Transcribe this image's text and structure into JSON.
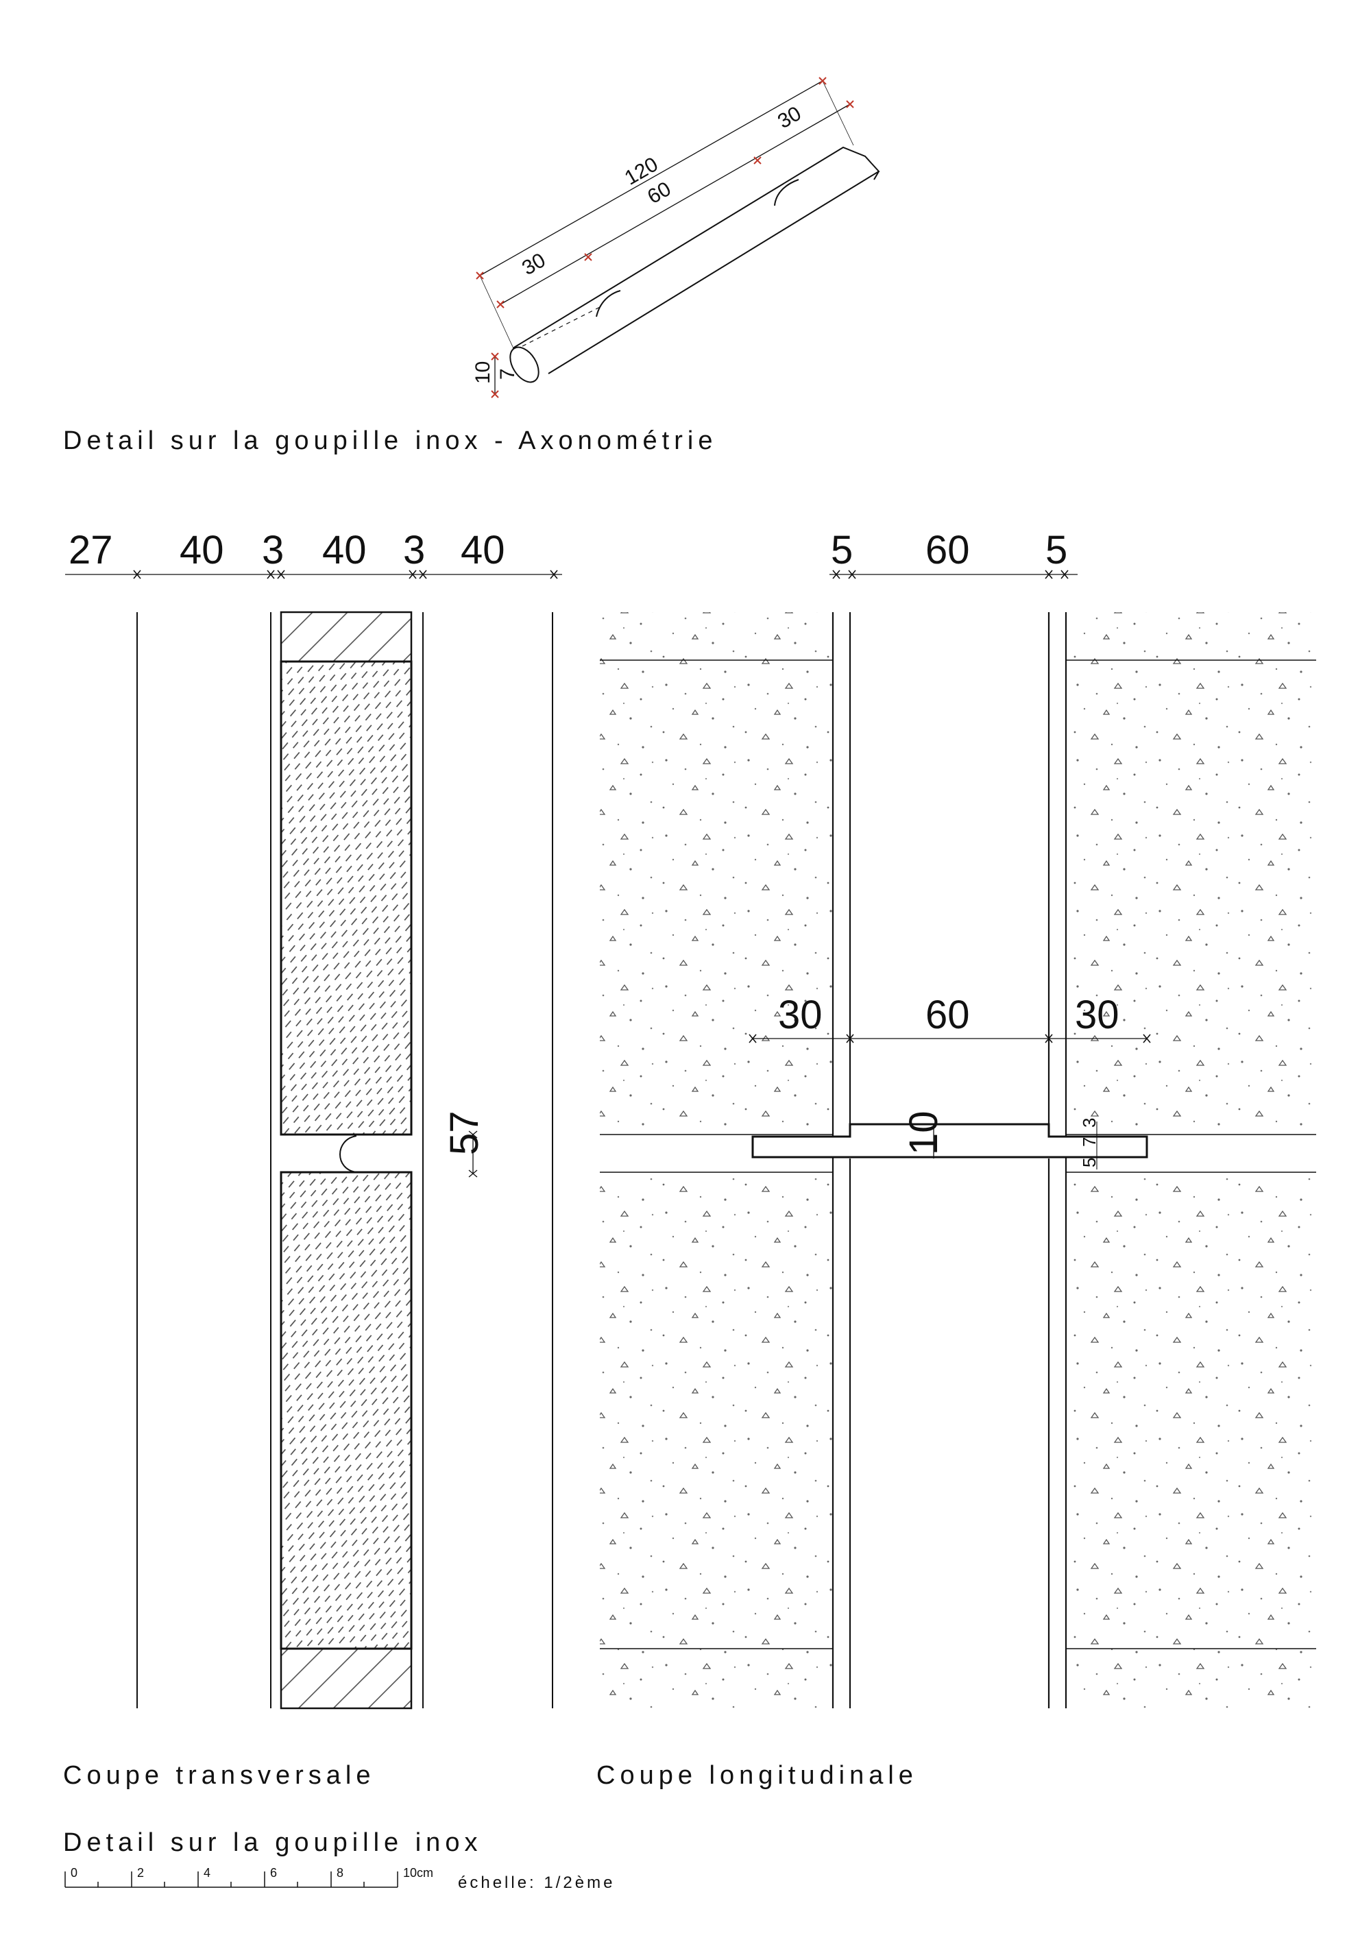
{
  "titles": {
    "axonometry": "Detail sur la goupille inox - Axonométrie",
    "transverse_section": "Coupe transversale",
    "longitudinal_section": "Coupe longitudinale",
    "drawing": "Detail sur la goupille inox"
  },
  "axonometry": {
    "dims": {
      "overall": "120",
      "middle": "60",
      "end_left": "30",
      "end_right": "30",
      "diameter": "10",
      "flat": "7"
    }
  },
  "transverse": {
    "top_dims": [
      "27",
      "40",
      "3",
      "40",
      "3",
      "40"
    ],
    "gap_dim": "57"
  },
  "longitudinal": {
    "top_dims": [
      "5",
      "60",
      "5"
    ],
    "pin_dims": [
      "30",
      "60",
      "30"
    ],
    "pin_height": "10",
    "small_dims": [
      "5",
      "7",
      "3"
    ]
  },
  "scale_bar": {
    "ticks": [
      "0",
      "2",
      "4",
      "6",
      "8",
      "10cm"
    ],
    "ratio": "échelle: 1/2ème"
  },
  "colors": {
    "line": "#111111",
    "dim_tick": "#c0392b",
    "hatch": "#555555"
  }
}
